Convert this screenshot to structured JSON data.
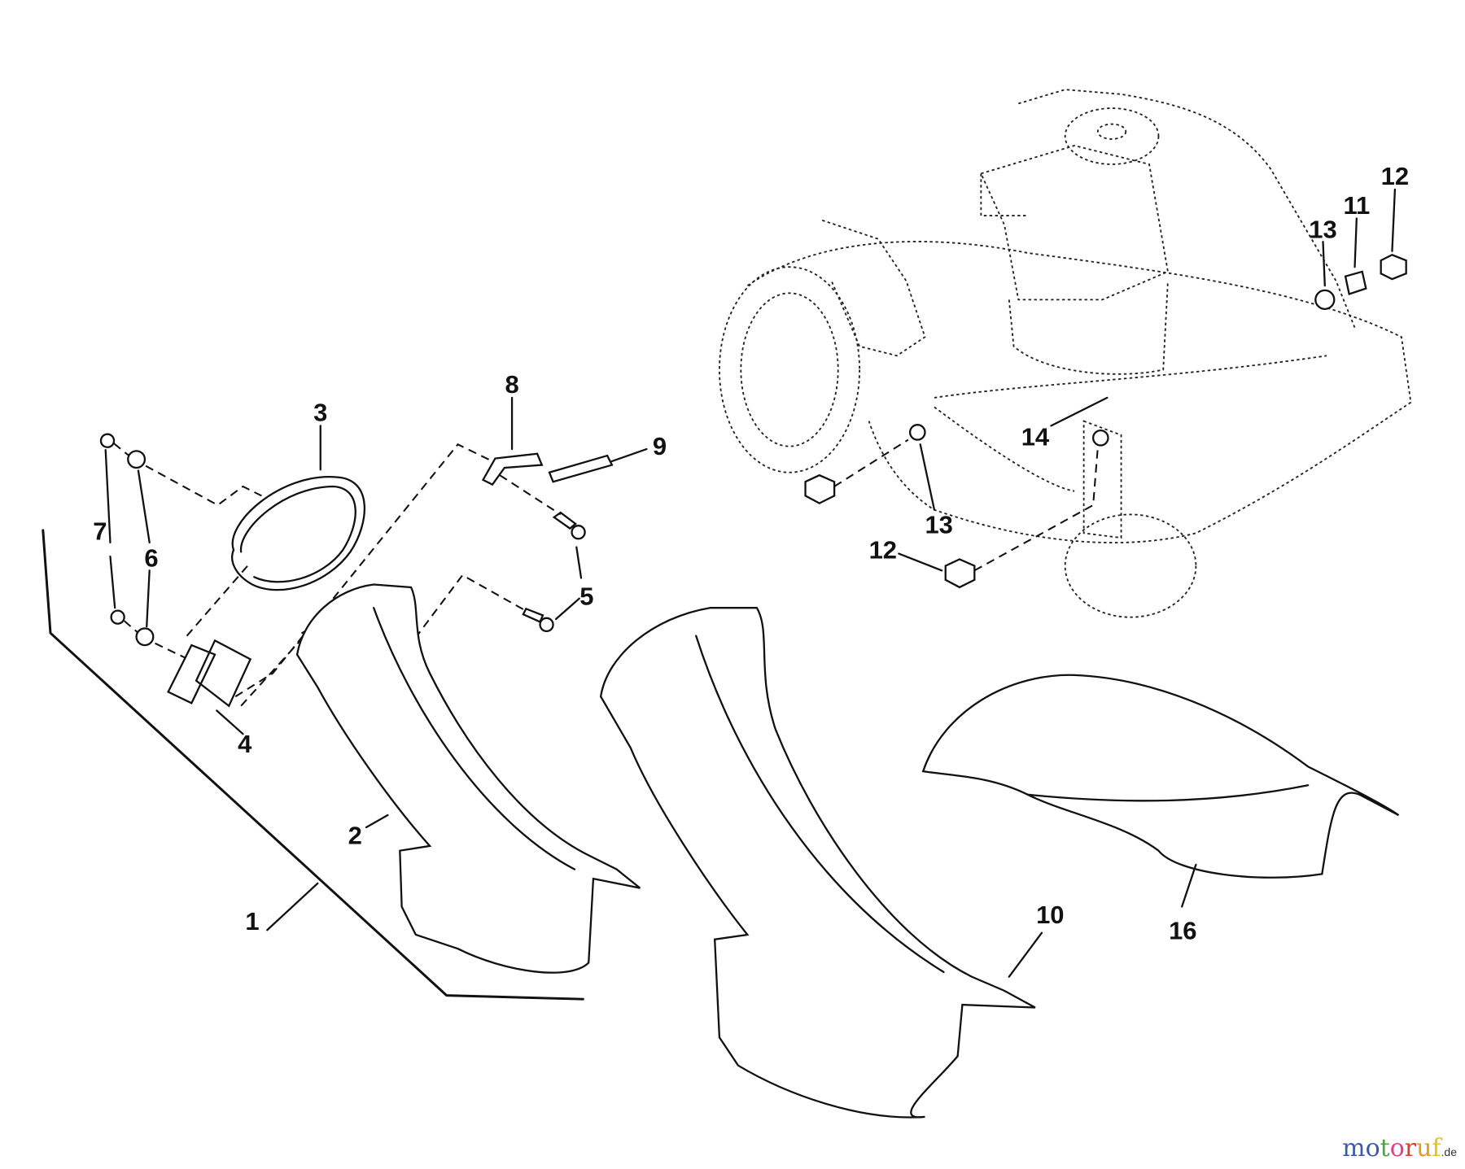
{
  "diagram": {
    "labels": {
      "l1": "1",
      "l2": "2",
      "l3": "3",
      "l4": "4",
      "l5": "5",
      "l6": "6",
      "l7": "7",
      "l8": "8",
      "l9": "9",
      "l10": "10",
      "l11": "11",
      "l12a": "12",
      "l12b": "12",
      "l13a": "13",
      "l13b": "13",
      "l14": "14",
      "l16": "16"
    }
  },
  "watermark": {
    "letters": [
      "m",
      "o",
      "t",
      "o",
      "r",
      "u",
      "f"
    ],
    "colors": [
      "#3b5aa8",
      "#3b5aa8",
      "#4aa53c",
      "#e0408a",
      "#d9412a",
      "#e69a1e",
      "#e6c01e"
    ],
    "suffix": ".de"
  }
}
